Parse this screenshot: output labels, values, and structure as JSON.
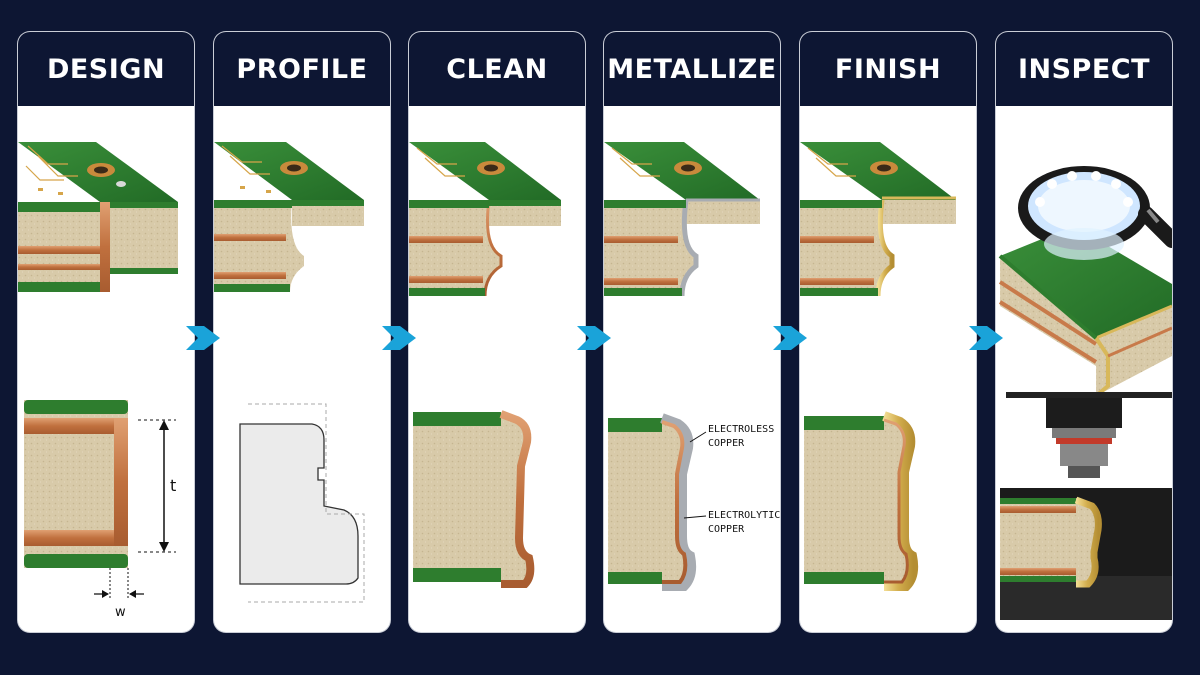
{
  "colors": {
    "background": "#0d1633",
    "arrow": "#1aa3d9",
    "solder_mask": "#2e7d2e",
    "copper": "#c87a4a",
    "core": "#d6c8a8",
    "electroless": "#a8acb2",
    "gold": "#d8b85a"
  },
  "steps": [
    {
      "title": "DESIGN"
    },
    {
      "title": "PROFILE"
    },
    {
      "title": "CLEAN"
    },
    {
      "title": "METALLIZE"
    },
    {
      "title": "FINISH"
    },
    {
      "title": "INSPECT"
    }
  ],
  "annotations": {
    "thickness": "t",
    "width": "w",
    "electroless": [
      "ELECTROLESS",
      "COPPER"
    ],
    "electrolytic": [
      "ELECTROLYTIC",
      "COPPER"
    ]
  },
  "icons": [
    "chevron-right-icon",
    "magnifier-icon",
    "microscope-objective-icon"
  ]
}
